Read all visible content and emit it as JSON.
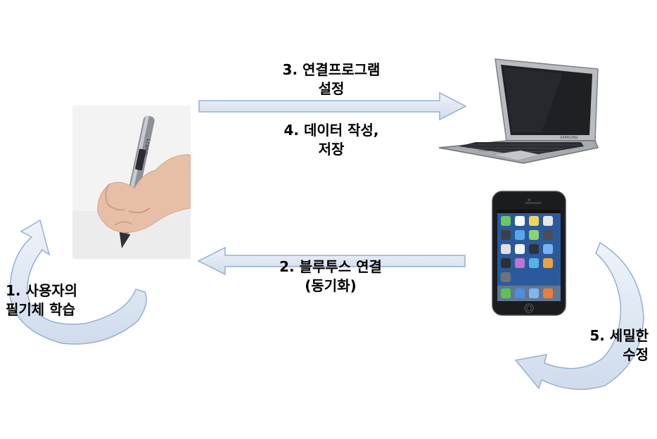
{
  "steps": {
    "step1": {
      "line1": "1. 사용자의",
      "line2": "필기체 학습"
    },
    "step2": {
      "line1": "2. 블루투스 연결",
      "line2": "(동기화)"
    },
    "step3": {
      "line1": "3. 연결프로그램",
      "line2": "설정"
    },
    "step4": {
      "line1": "4. 데이터 작성,",
      "line2": "저장"
    },
    "step5": {
      "line1": "5. 세밀한",
      "line2": "수정"
    }
  },
  "devices": {
    "pen_icon": "smart-pen-photo",
    "laptop_icon": "laptop-photo",
    "phone_icon": "smartphone-photo",
    "pen_brand": "Lcamlo",
    "laptop_brand": "SAMSUNG"
  },
  "colors": {
    "arrow_fill": "#dce6f2",
    "arrow_stroke": "#95afd0",
    "text": "#000000"
  }
}
